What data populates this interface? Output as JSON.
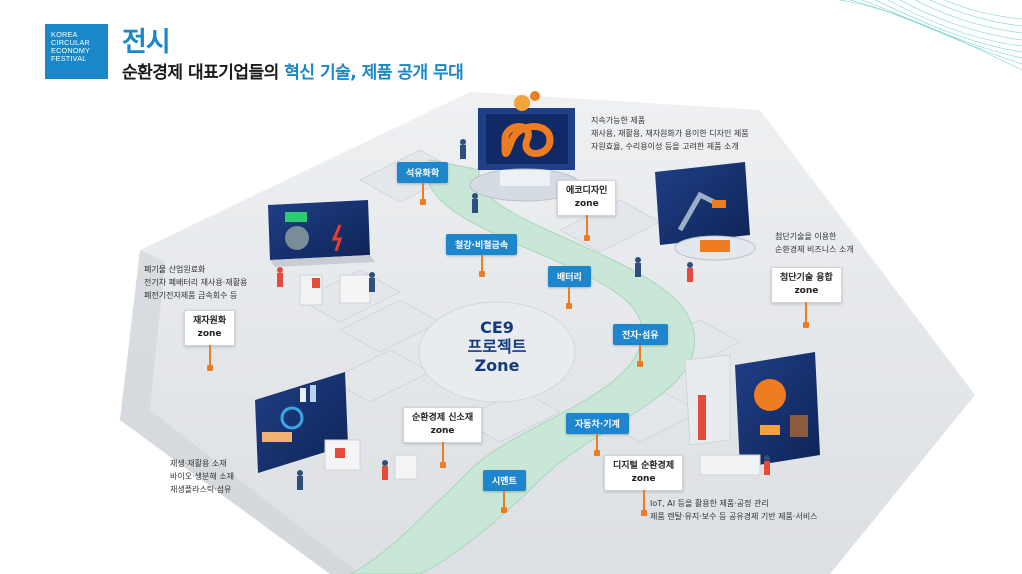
{
  "logo": {
    "lines": [
      "KOREA",
      "CIRCULAR",
      "ECONOMY",
      "FESTIVAL"
    ]
  },
  "header": {
    "title": "전시",
    "subtitle_plain": "순환경제 대표기업들의",
    "subtitle_highlight": "혁신 기술, 제품 공개 무대"
  },
  "center": {
    "line1": "CE9",
    "line2": "프로젝트",
    "line3": "Zone"
  },
  "chips": {
    "petrochem": "석유화학",
    "steel": "철강·비철금속",
    "battery": "배터리",
    "electronics": "전자·섬유",
    "auto": "자동차·기계",
    "cement": "시멘트"
  },
  "zones": {
    "eco_design": {
      "name": "에코디자인",
      "suffix": "zone"
    },
    "advanced_tech": {
      "name": "첨단기술 융합",
      "suffix": "zone"
    },
    "recycling": {
      "name": "재자원화",
      "suffix": "zone"
    },
    "new_material": {
      "name": "순환경제 신소재",
      "suffix": "zone"
    },
    "digital": {
      "name": "디지털 순환경제",
      "suffix": "zone"
    }
  },
  "descriptions": {
    "eco_design": [
      "지속가능한 제품",
      "재사용, 재활용, 재자원화가 용이한 디자인 제품",
      "자원효율, 수리용이성 등을 고려한 제품 소개"
    ],
    "advanced_tech": [
      "첨단기술을 이용한",
      "순환경제 비즈니스 소개"
    ],
    "recycling": [
      "폐기물 산업원료화",
      "전기차 폐배터리 재사용·재활용",
      "폐전기전자제품 금속회수 등"
    ],
    "new_material": [
      "재생·재활용 소재",
      "바이오·생분해 소재",
      "재생플라스틱·섬유"
    ],
    "digital": [
      "IoT, AI 등을 활용한 제품·공정 관리",
      "제품 렌탈·유지·보수 등 공유경제 기반 제품·서비스"
    ]
  },
  "colors": {
    "brand_blue": "#1a87c9",
    "chip_blue": "#1e86cc",
    "path_green": "#c9e7d6",
    "stem_orange": "#ee7d21",
    "navy": "#143a7e"
  }
}
